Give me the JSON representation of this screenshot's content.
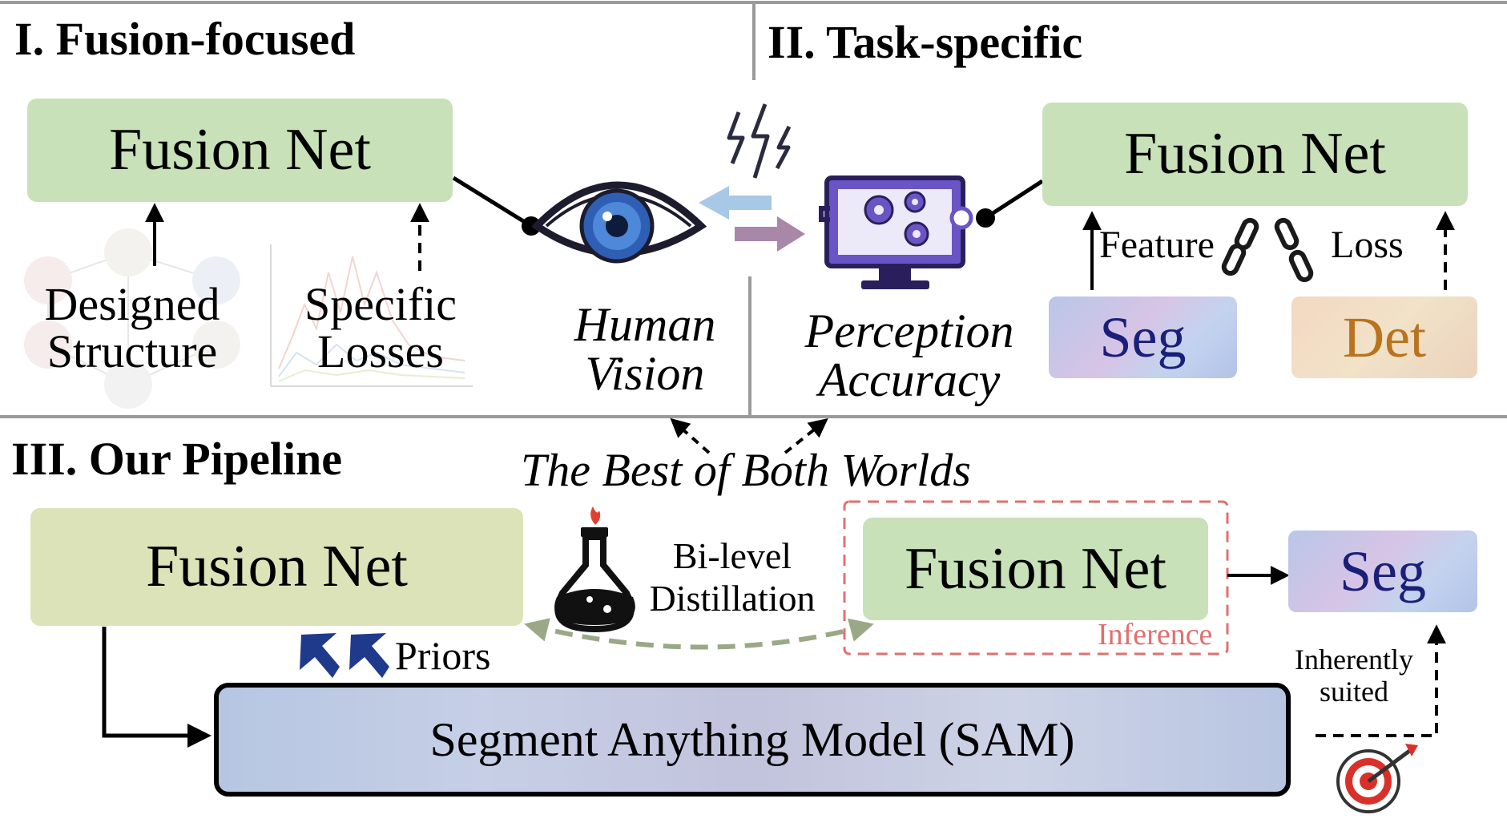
{
  "sections": {
    "fusion_focused": "I. Fusion-focused",
    "task_specific": "II. Task-specific",
    "our_pipeline": "III. Our Pipeline"
  },
  "top_left": {
    "fusion_net": "Fusion Net",
    "designed_structure": [
      "Designed",
      "Structure"
    ],
    "specific_losses": [
      "Specific",
      "Losses"
    ]
  },
  "middle": {
    "human_vision": [
      "Human",
      "Vision"
    ],
    "perception_accuracy": [
      "Perception",
      "Accuracy"
    ]
  },
  "top_right": {
    "fusion_net": "Fusion Net",
    "feature": "Feature",
    "loss": "Loss",
    "seg": "Seg",
    "det": "Det"
  },
  "pipeline": {
    "best_of_both": "The Best of Both Worlds",
    "fusion_net_left": "Fusion Net",
    "bilevel_distillation": [
      "Bi-level",
      "Distillation"
    ],
    "fusion_net_right": "Fusion Net",
    "inference": "Inference",
    "seg": "Seg",
    "priors": "Priors",
    "sam": "Segment Anything Model (SAM)",
    "inherently_suited": [
      "Inherently",
      "suited"
    ]
  },
  "icons": [
    "eye-icon",
    "lightning-icon",
    "computer-gears-icon",
    "flask-icon",
    "target-icon",
    "chain-link-icon",
    "broken-chain-icon"
  ],
  "colors": {
    "fusion_green": "#c8e1b8",
    "fusion_olive": "#dde3b8",
    "arrow_blue": "#1f3a8a",
    "arrow_lightblue": "#a7c8e6",
    "arrow_purple": "#a987a8",
    "inference_red": "#e07070",
    "distill_green": "#9aa888"
  }
}
